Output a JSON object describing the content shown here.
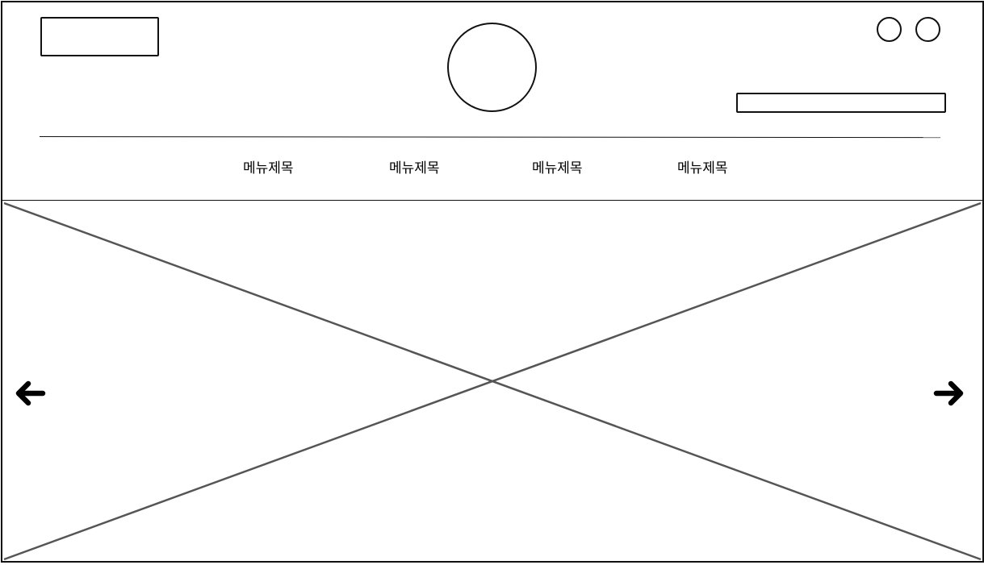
{
  "header": {
    "logo_icon": "logo-placeholder",
    "center_icon": "circle-placeholder",
    "utility_icons": [
      "circle-icon",
      "circle-icon"
    ],
    "search_icon": "search-bar-placeholder"
  },
  "nav": {
    "items": [
      {
        "label": "메뉴제목"
      },
      {
        "label": "메뉴제목"
      },
      {
        "label": "메뉴제목"
      },
      {
        "label": "메뉴제목"
      }
    ]
  },
  "hero": {
    "image_icon": "image-placeholder",
    "prev_icon": "arrow-left-icon",
    "next_icon": "arrow-right-icon"
  },
  "colors": {
    "stroke": "#111111",
    "placeholder_line": "#555555",
    "background": "#ffffff"
  }
}
